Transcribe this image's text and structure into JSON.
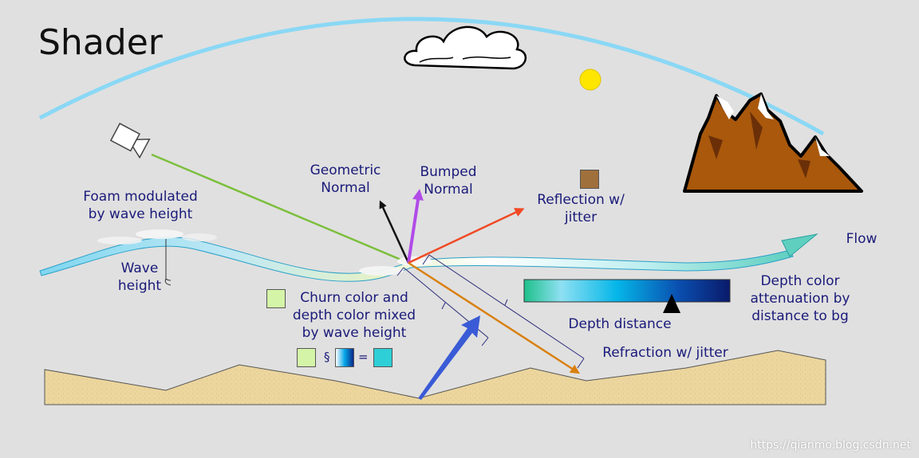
{
  "title": "Shader",
  "watermark": "https://qianmo.blog.csdn.net",
  "labels": {
    "foam": [
      "Foam modulated",
      "by wave height"
    ],
    "wave_height": [
      "Wave",
      "height"
    ],
    "geometric_normal": [
      "Geometric",
      "Normal"
    ],
    "bumped_normal": [
      "Bumped",
      "Normal"
    ],
    "reflection": [
      "Reflection w/",
      "jitter"
    ],
    "flow": "Flow",
    "depth_color": [
      "Depth color",
      "attenuation by",
      "distance to bg"
    ],
    "depth_distance": "Depth distance",
    "churn": [
      "Churn color and",
      "depth color mixed",
      "by wave height"
    ],
    "refraction": "Refraction w/ jitter"
  },
  "formula": {
    "section_symbol": "§",
    "equals": "="
  },
  "icons": [
    "camera-icon",
    "cloud-icon",
    "sun-icon",
    "mountain-icon"
  ],
  "colors": {
    "background": "#e0e0e0",
    "sky_arc": "#8ad8f5",
    "view_ray": "#7cbf3c",
    "geometric_normal": "#111111",
    "bumped_normal": "#b14be8",
    "reflection": "#f04a24",
    "refraction": "#d9800f",
    "incoming": "#3a5bd6",
    "sun": "#ffe600",
    "mountain": "#a9580c",
    "ground": "#ecd69e",
    "label_text": "#1a1a7a",
    "churn_swatch": "#d4f5a8",
    "result_swatch": "#2ecfd6",
    "reflection_swatch": "#a0703c"
  }
}
